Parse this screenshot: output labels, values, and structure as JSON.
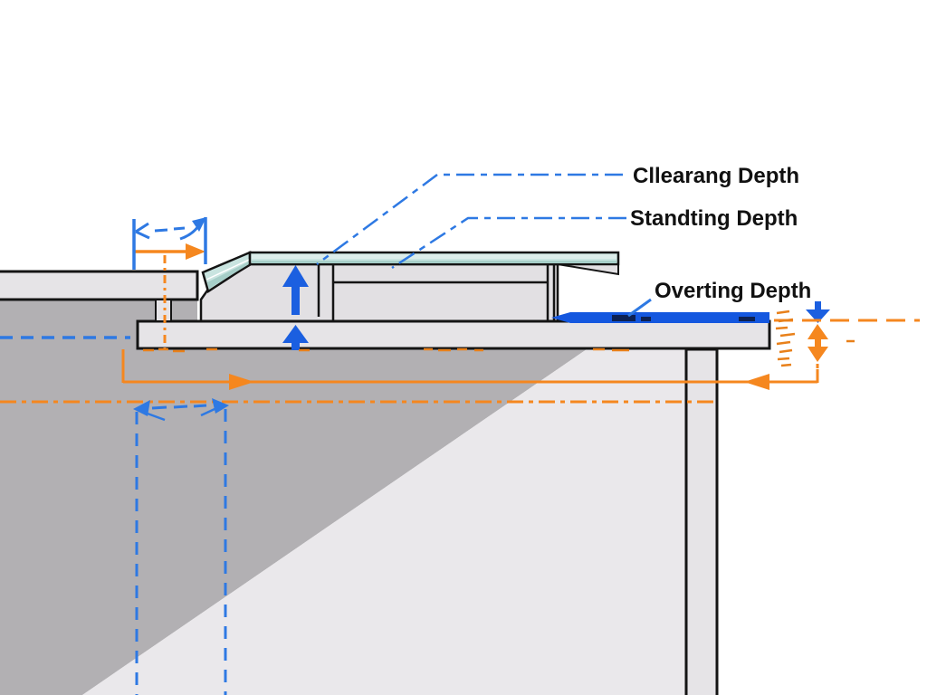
{
  "diagram": {
    "type": "desk-cross-section-dimension-diagram",
    "labels": [
      {
        "id": "clearance",
        "text": "Cllearang Depth"
      },
      {
        "id": "standing",
        "text": "Standting Depth"
      },
      {
        "id": "overhang",
        "text": "Overting Depth"
      }
    ],
    "colors": {
      "dimension_blue": "#2e79e3",
      "solid_arrow_blue": "#1b5fe0",
      "dimension_orange": "#f5871f",
      "depth_band_blue": "#1457df",
      "band_mark_navy": "#0d2152",
      "teal_surface": "#c9e4e0",
      "teal_surface_light": "#dcedea",
      "teal_surface_dark": "#a6cec8",
      "panel_gray": "#e6e4e7",
      "riser_gray": "#e2e0e3",
      "shadow_gray_dark": "#b2b0b3",
      "shadow_gray_light": "#eae8eb",
      "outline_black": "#141414",
      "label_text": "#111111"
    }
  }
}
